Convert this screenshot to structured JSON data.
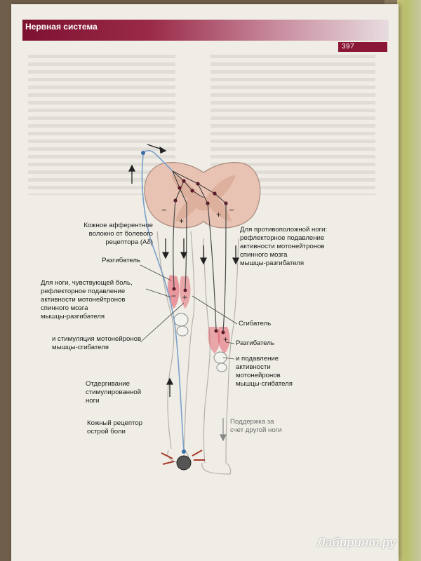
{
  "header": {
    "section_title": "Нервная система",
    "page_number": "397"
  },
  "colors": {
    "accent": "#8a1736",
    "spinal_cord": "#e8c3b3",
    "nerve_line": "#4a4a4a",
    "muscle_highlight": "#e25060"
  },
  "labels": {
    "afferent_fiber": "Кожное афферентное\nволокно от болевого\nрецептора (Аδ)",
    "extensor_left": "Разгибатель",
    "pain_leg_inhibition": "Для ноги, чувствующей боль,\nрефлекторное подавление\nактивности мотонейтронов\nспинного мозга\nмышцы-разгибателя",
    "flexor_stimulation": "и стимуляция мотонейронов\nмышцы-сгибателя",
    "withdrawal": "Отдергивание\nстимулированной\nноги",
    "receptor": "Кожный рецептор\nострой боли",
    "opposite_leg": "Для противоположной ноги:\nрефлекторное подавление\nактивности мотонейтронов\nспинного мозга\nмышцы-разгибателя",
    "flexor_right": "Сгибатель",
    "extensor_right": "Разгибатель",
    "opposite_suppression": "и подавление\nактивности\nмотонейронов\nмышцы-сгибателя",
    "support": "Поддержка за\nсчет другой ноги"
  },
  "diagram_symbols": {
    "inhibitory": "−",
    "excitatory": "+"
  },
  "watermark": "Лабиринт.ру"
}
